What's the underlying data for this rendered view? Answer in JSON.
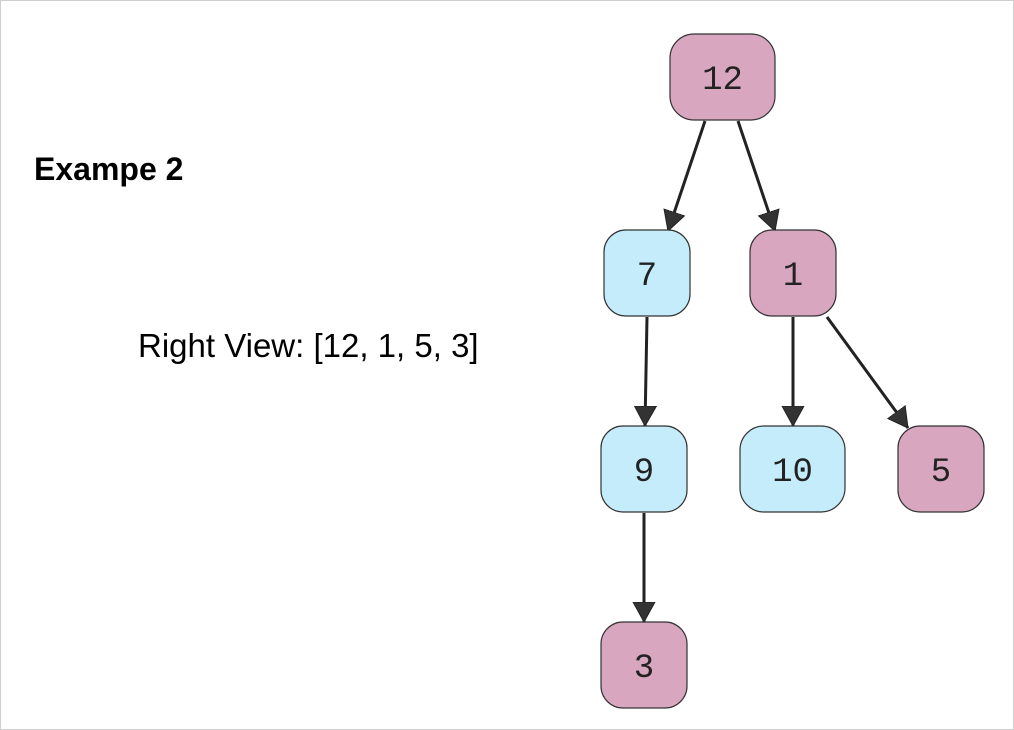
{
  "title": "Exampe 2",
  "caption": "Right View: [12, 1, 5, 3]",
  "colors": {
    "highlight": "#d8a6bf",
    "normal": "#c4ecfa",
    "stroke": "#333333",
    "edge": "#222222"
  },
  "nodes": [
    {
      "id": "n12",
      "label": "12",
      "highlighted": true
    },
    {
      "id": "n7",
      "label": "7",
      "highlighted": false
    },
    {
      "id": "n1",
      "label": "1",
      "highlighted": true
    },
    {
      "id": "n9",
      "label": "9",
      "highlighted": false
    },
    {
      "id": "n10",
      "label": "10",
      "highlighted": false
    },
    {
      "id": "n5",
      "label": "5",
      "highlighted": true
    },
    {
      "id": "n3",
      "label": "3",
      "highlighted": true
    }
  ],
  "edges": [
    {
      "from": "n12",
      "to": "n7"
    },
    {
      "from": "n12",
      "to": "n1"
    },
    {
      "from": "n7",
      "to": "n9"
    },
    {
      "from": "n1",
      "to": "n10"
    },
    {
      "from": "n1",
      "to": "n5"
    },
    {
      "from": "n9",
      "to": "n3"
    }
  ]
}
